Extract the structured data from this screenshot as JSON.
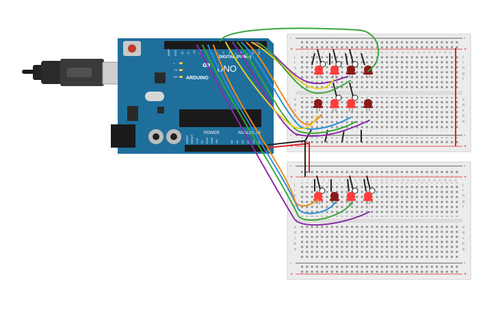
{
  "board": {
    "logo_text": "ARDUINO",
    "model_text": "UNO",
    "digital_label": "DIGITAL (PWM~)",
    "power_label": "POWER",
    "analog_label": "ANALOG IN",
    "aref": "AREF",
    "gnd": "GND",
    "digital_pins": [
      "13",
      "12",
      "~11",
      "~10",
      "~9",
      "8",
      "7",
      "~6",
      "~5",
      "4",
      "~3",
      "2",
      "TX 1",
      "RX 0"
    ],
    "power_pins": [
      "IOREF",
      "RESET",
      "3.3V",
      "5V",
      "GND",
      "GND",
      "Vin"
    ],
    "analog_pins": [
      "A0",
      "A1",
      "A2",
      "A3",
      "A4",
      "A5"
    ],
    "led_labels": [
      "L",
      "TX",
      "RX"
    ]
  },
  "breadboard": {
    "column_numbers": [
      "1",
      "2",
      "3",
      "4",
      "5",
      "6",
      "7",
      "8",
      "9",
      "10",
      "11",
      "12",
      "13",
      "14",
      "15",
      "16",
      "17",
      "18",
      "19",
      "20",
      "21",
      "22",
      "23",
      "24",
      "25",
      "26",
      "27",
      "28",
      "29",
      "30"
    ],
    "row_letters_top": [
      "j",
      "i",
      "h",
      "g",
      "f"
    ],
    "row_letters_bottom": [
      "e",
      "d",
      "c",
      "b",
      "a"
    ],
    "plus": "+",
    "minus": "-"
  },
  "colors": {
    "board_blue": "#1f6f9c",
    "breadboard": "#ececec",
    "rail_red": "#d8232a",
    "led_on": "#ff3b3b",
    "led_off": "#8a1a1a",
    "wire_green": "#3aa63a",
    "wire_yellow": "#e9cf1f",
    "wire_purple": "#8a2ca6",
    "wire_orange": "#f08a1a",
    "wire_blue": "#2b8fd6"
  }
}
